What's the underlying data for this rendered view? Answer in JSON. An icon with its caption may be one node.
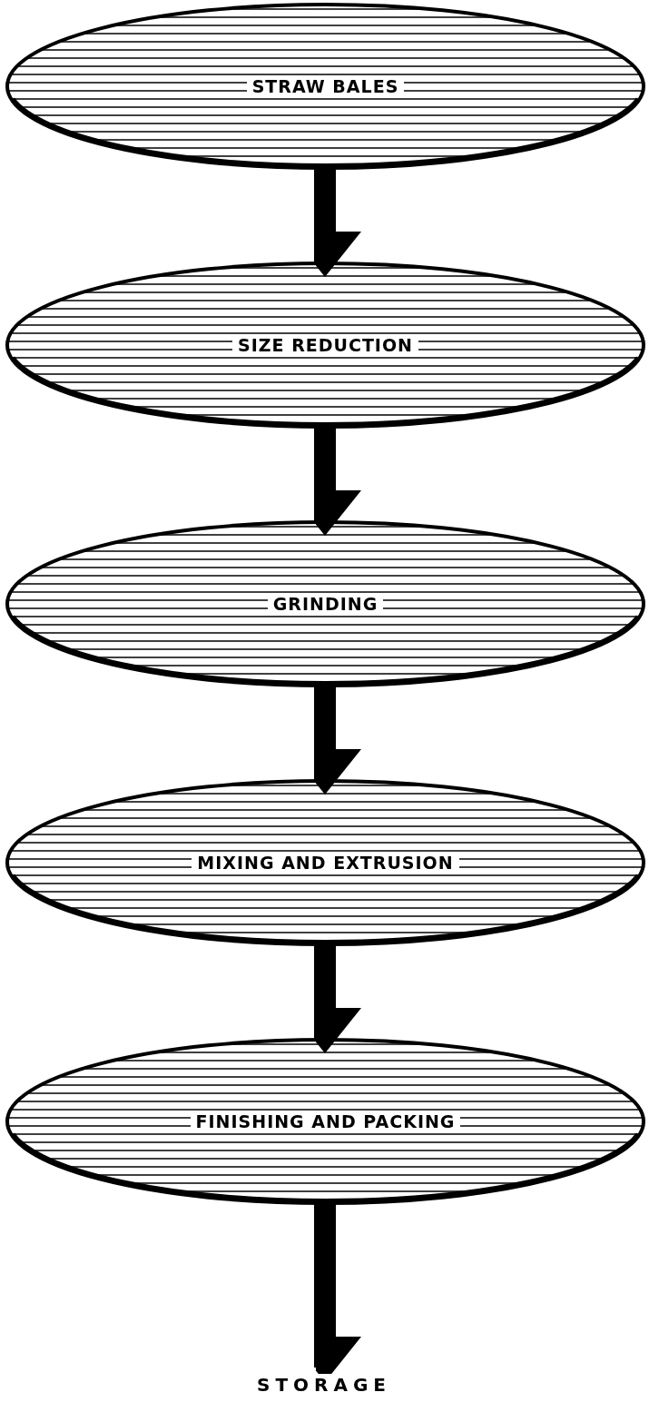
{
  "diagram": {
    "nodes": [
      {
        "text": [
          "STRAW BALES"
        ]
      },
      {
        "text": [
          "SIZE REDUCTION"
        ]
      },
      {
        "text": [
          "GRINDING"
        ]
      },
      {
        "text": [
          "MIXING AND EXTRUSION"
        ]
      },
      {
        "text": [
          "FINISHING AND PACKING"
        ]
      },
      {
        "text": [
          "STORAGE"
        ]
      }
    ],
    "edges": [
      {
        "from": 0,
        "to": 1,
        "arrow": "to"
      },
      {
        "from": 1,
        "to": 2,
        "arrow": "to"
      },
      {
        "from": 2,
        "to": 3,
        "arrow": "to"
      },
      {
        "from": 3,
        "to": 4,
        "arrow": "to"
      },
      {
        "from": 4,
        "to": 5,
        "arrow": "to"
      }
    ]
  }
}
